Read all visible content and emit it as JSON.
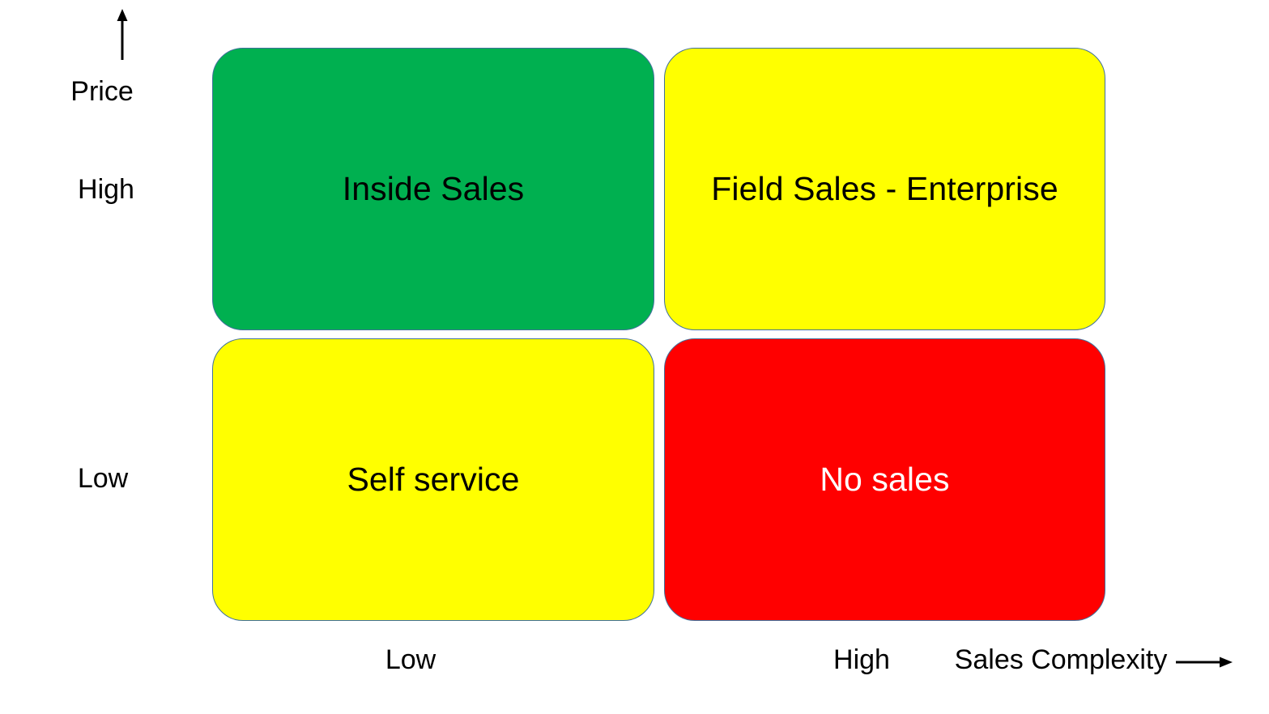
{
  "diagram": {
    "type": "2x2-quadrant-matrix",
    "background_color": "#FFFFFF",
    "box_border_color": "#41719C",
    "y_axis": {
      "title": "Price",
      "arrow_icon": "up-arrow-icon",
      "arrow_direction": "up",
      "ticks": [
        {
          "label": "High",
          "position": "top"
        },
        {
          "label": "Low",
          "position": "bottom"
        }
      ]
    },
    "x_axis": {
      "title": "Sales Complexity",
      "arrow_icon": "right-arrow-icon",
      "arrow_direction": "right",
      "ticks": [
        {
          "label": "Low",
          "position": "left"
        },
        {
          "label": "High",
          "position": "right"
        }
      ]
    },
    "quadrants": [
      {
        "id": "inside-sales",
        "label": "Inside Sales",
        "fill_color": "#00B050",
        "text_color": "#000000",
        "price": "High",
        "sales_complexity": "Low",
        "row": "top",
        "column": "left"
      },
      {
        "id": "field-sales-enterprise",
        "label": "Field Sales - Enterprise",
        "fill_color": "#FFFF00",
        "text_color": "#000000",
        "price": "High",
        "sales_complexity": "High",
        "row": "top",
        "column": "right"
      },
      {
        "id": "self-service",
        "label": "Self service",
        "fill_color": "#FFFF00",
        "text_color": "#000000",
        "price": "Low",
        "sales_complexity": "Low",
        "row": "bottom",
        "column": "left"
      },
      {
        "id": "no-sales",
        "label": "No sales",
        "fill_color": "#FF0000",
        "text_color": "#FFFFFF",
        "price": "Low",
        "sales_complexity": "High",
        "row": "bottom",
        "column": "right"
      }
    ]
  }
}
